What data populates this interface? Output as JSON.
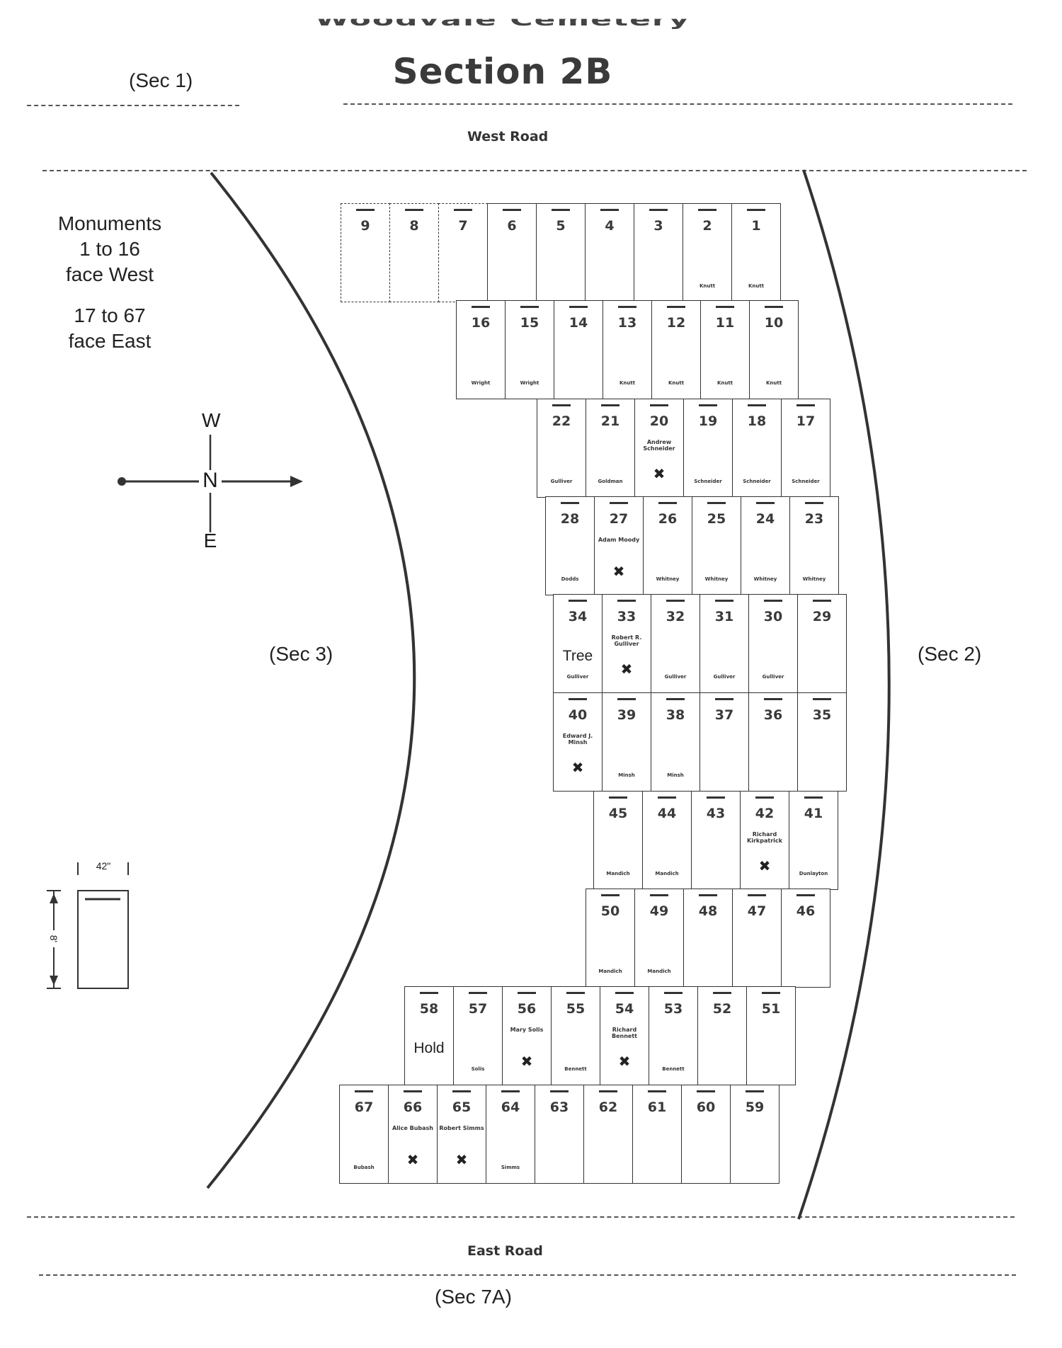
{
  "title": "Woodvale Cemetery",
  "subtitle": "Section 2B",
  "roads": {
    "west": "West Road",
    "east": "East Road"
  },
  "sections": {
    "sec1": "(Sec 1)",
    "sec2": "(Sec  2)",
    "sec3": "(Sec 3)",
    "sec7a": "(Sec 7A)"
  },
  "notes": [
    "Monuments",
    "1 to 16",
    "face West",
    "17 to 67",
    "face East"
  ],
  "compass": {
    "w": "W",
    "n": "N",
    "e": "E"
  },
  "legend": {
    "width": "42\"",
    "height": "8'"
  },
  "colors": {
    "ink": "#333333",
    "paper": "#ffffff"
  },
  "rows": [
    [
      {
        "n": "9"
      },
      {
        "n": "8"
      },
      {
        "n": "7"
      },
      {
        "n": "6"
      },
      {
        "n": "5"
      },
      {
        "n": "4"
      },
      {
        "n": "3"
      },
      {
        "n": "2",
        "s": "Knutt"
      },
      {
        "n": "1",
        "s": "Knutt"
      }
    ],
    [
      {
        "n": "16",
        "s": "Wright"
      },
      {
        "n": "15",
        "s": "Wright"
      },
      {
        "n": "14"
      },
      {
        "n": "13",
        "s": "Knutt"
      },
      {
        "n": "12",
        "s": "Knutt"
      },
      {
        "n": "11",
        "s": "Knutt"
      },
      {
        "n": "10",
        "s": "Knutt"
      }
    ],
    [
      {
        "n": "22",
        "s": "Gulliver"
      },
      {
        "n": "21",
        "s": "Goldman"
      },
      {
        "n": "20",
        "name": "Andrew Schneider",
        "m": "x"
      },
      {
        "n": "19",
        "s": "Schneider"
      },
      {
        "n": "18",
        "s": "Schneider"
      },
      {
        "n": "17",
        "s": "Schneider"
      }
    ],
    [
      {
        "n": "28",
        "s": "Dodds"
      },
      {
        "n": "27",
        "name": "Adam Moody",
        "m": "x"
      },
      {
        "n": "26",
        "s": "Whitney"
      },
      {
        "n": "25",
        "s": "Whitney"
      },
      {
        "n": "24",
        "s": "Whitney"
      },
      {
        "n": "23",
        "s": "Whitney"
      }
    ],
    [
      {
        "n": "34",
        "note": "Tree",
        "s": "Gulliver"
      },
      {
        "n": "33",
        "name": "Robert R. Gulliver",
        "m": "x"
      },
      {
        "n": "32",
        "s": "Gulliver"
      },
      {
        "n": "31",
        "s": "Gulliver"
      },
      {
        "n": "30",
        "s": "Gulliver"
      },
      {
        "n": "29"
      }
    ],
    [
      {
        "n": "40",
        "name": "Edward J. Minsh",
        "m": "x"
      },
      {
        "n": "39",
        "s": "Minsh"
      },
      {
        "n": "38",
        "s": "Minsh"
      },
      {
        "n": "37"
      },
      {
        "n": "36"
      },
      {
        "n": "35"
      }
    ],
    [
      {
        "n": "45",
        "s": "Mandich"
      },
      {
        "n": "44",
        "s": "Mandich"
      },
      {
        "n": "43"
      },
      {
        "n": "42",
        "name": "Richard Kirkpatrick",
        "m": "x"
      },
      {
        "n": "41",
        "s": "Dunlayton"
      }
    ],
    [
      {
        "n": "50",
        "s": "Mandich"
      },
      {
        "n": "49",
        "s": "Mandich"
      },
      {
        "n": "48"
      },
      {
        "n": "47"
      },
      {
        "n": "46"
      }
    ],
    [
      {
        "n": "58",
        "note": "Hold"
      },
      {
        "n": "57",
        "s": "Solis"
      },
      {
        "n": "56",
        "name": "Mary Solis",
        "m": "x"
      },
      {
        "n": "55",
        "s": "Bennett"
      },
      {
        "n": "54",
        "name": "Richard Bennett",
        "m": "x"
      },
      {
        "n": "53",
        "s": "Bennett"
      },
      {
        "n": "52"
      },
      {
        "n": "51"
      }
    ],
    [
      {
        "n": "67",
        "s": "Bubash"
      },
      {
        "n": "66",
        "name": "Alice Bubash",
        "m": "x"
      },
      {
        "n": "65",
        "name": "Robert Simms",
        "m": "x"
      },
      {
        "n": "64",
        "s": "Simms"
      },
      {
        "n": "63"
      },
      {
        "n": "62"
      },
      {
        "n": "61"
      },
      {
        "n": "60"
      },
      {
        "n": "59"
      }
    ]
  ]
}
